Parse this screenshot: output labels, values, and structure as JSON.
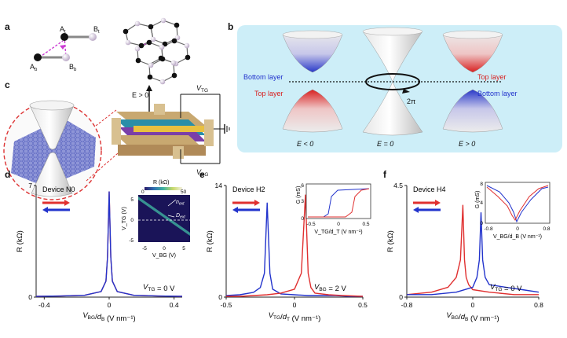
{
  "panel_labels": {
    "a": "a",
    "b": "b",
    "c": "c",
    "d": "d",
    "e": "e",
    "f": "f"
  },
  "atoms": {
    "a_top": "A",
    "a_top_sub": "t",
    "b_top": "B",
    "b_top_sub": "t",
    "a_bot": "A",
    "a_bot_sub": "b",
    "b_bot": "B",
    "b_bot_sub": "b"
  },
  "panel_b": {
    "bottom_layer_left": "Bottom layer",
    "top_layer_left": "Top layer",
    "top_layer_right": "Top layer",
    "bottom_layer_right": "Bottom layer",
    "winding": "2π",
    "e_lt": "E < 0",
    "e_eq": "E = 0",
    "e_gt": "E > 0",
    "colors": {
      "bg": "#cdeef8",
      "top": "#e03030",
      "bottom": "#2233cc"
    }
  },
  "panel_c": {
    "field": "E > 0",
    "vtg": "V",
    "vtg_sub": "TG",
    "vbg": "V",
    "vbg_sub": "BG"
  },
  "chart_data": [
    {
      "type": "line",
      "device": "Device N0",
      "xlabel": "V_BG/d_B (V nm⁻¹)",
      "ylabel": "R (kΩ)",
      "xlim": [
        -0.45,
        0.45
      ],
      "ylim": [
        0,
        7
      ],
      "xticks": [
        "-0.4",
        "0",
        "0.4"
      ],
      "yticks": [
        "0",
        "7"
      ],
      "annotation": "V_TG = 0 V",
      "series": [
        {
          "color": "#e03030",
          "x": [
            -0.45,
            -0.3,
            -0.15,
            -0.05,
            -0.02,
            -0.01,
            0,
            0.01,
            0.02,
            0.05,
            0.15,
            0.3,
            0.45
          ],
          "y": [
            0.05,
            0.07,
            0.12,
            0.35,
            1.0,
            2.5,
            6.6,
            2.5,
            1.0,
            0.35,
            0.12,
            0.07,
            0.05
          ]
        },
        {
          "color": "#2233cc",
          "x": [
            -0.45,
            -0.3,
            -0.15,
            -0.05,
            -0.02,
            -0.01,
            0,
            0.01,
            0.02,
            0.05,
            0.15,
            0.3,
            0.45
          ],
          "y": [
            0.05,
            0.07,
            0.12,
            0.35,
            1.0,
            2.5,
            6.6,
            2.5,
            1.0,
            0.35,
            0.12,
            0.07,
            0.05
          ]
        }
      ],
      "inset": {
        "title": "R (kΩ)",
        "cbar_min": "0",
        "cbar_max": "50",
        "xlabel": "V_BG (V)",
        "ylabel": "V_TG (V)",
        "xticks": [
          "-5",
          "0",
          "5"
        ],
        "yticks": [
          "5",
          "0",
          "-5"
        ],
        "n_label": "n",
        "n_sub": "ext",
        "d_label": "D",
        "d_sub": "ext"
      }
    },
    {
      "type": "line",
      "device": "Device H2",
      "xlabel": "V_TG/d_T (V nm⁻¹)",
      "ylabel": "R (kΩ)",
      "xlim": [
        -0.5,
        0.5
      ],
      "ylim": [
        0,
        14
      ],
      "xticks": [
        "-0.5",
        "0",
        "0.5"
      ],
      "yticks": [
        "0",
        "14"
      ],
      "annotation": "V_BG = 2 V",
      "series": [
        {
          "color": "#2233cc",
          "x": [
            -0.5,
            -0.4,
            -0.3,
            -0.25,
            -0.22,
            -0.2,
            -0.18,
            -0.16,
            -0.1,
            0,
            0.1,
            0.2,
            0.3,
            0.4,
            0.5
          ],
          "y": [
            0.2,
            0.3,
            0.6,
            1.2,
            3,
            11.8,
            3,
            1.0,
            0.4,
            0.3,
            0.2,
            0.2,
            0.2,
            0.1,
            0.1
          ]
        },
        {
          "color": "#e03030",
          "x": [
            -0.5,
            -0.4,
            -0.3,
            -0.2,
            -0.1,
            0,
            0.05,
            0.08,
            0.1,
            0.12,
            0.15,
            0.25,
            0.35,
            0.5
          ],
          "y": [
            0.1,
            0.1,
            0.2,
            0.3,
            0.5,
            1.0,
            3,
            12.8,
            3,
            1.2,
            0.5,
            0.3,
            0.2,
            0.1
          ]
        }
      ],
      "inset": {
        "ylabel": "G (mS)",
        "xlabel": "V_TG/d_T (V nm⁻¹)",
        "xticks": [
          "-0.5",
          "0",
          "0.5"
        ],
        "yticks": [
          "0",
          "3",
          "6"
        ]
      }
    },
    {
      "type": "line",
      "device": "Device H4",
      "xlabel": "V_BG/d_B (V nm⁻¹)",
      "ylabel": "R (kΩ)",
      "xlim": [
        -0.8,
        0.8
      ],
      "ylim": [
        0,
        4.5
      ],
      "xticks": [
        "-0.8",
        "0",
        "0.8"
      ],
      "yticks": [
        "0",
        "4.5"
      ],
      "annotation": "V_TG = 0 V",
      "series": [
        {
          "color": "#e03030",
          "x": [
            -0.8,
            -0.5,
            -0.3,
            -0.2,
            -0.15,
            -0.12,
            -0.1,
            -0.08,
            -0.05,
            0,
            0.2,
            0.5,
            0.8
          ],
          "y": [
            0.1,
            0.2,
            0.4,
            0.8,
            1.5,
            3.7,
            1.5,
            0.8,
            0.5,
            0.3,
            0.2,
            0.1,
            0.1
          ]
        },
        {
          "color": "#2233cc",
          "x": [
            -0.8,
            -0.5,
            -0.2,
            0,
            0.05,
            0.08,
            0.1,
            0.12,
            0.15,
            0.2,
            0.4,
            0.6,
            0.8
          ],
          "y": [
            0.1,
            0.1,
            0.2,
            0.4,
            0.8,
            1.5,
            3.4,
            1.5,
            0.8,
            0.5,
            0.4,
            0.3,
            0.2
          ]
        }
      ],
      "inset": {
        "ylabel": "G (mS)",
        "xlabel": "V_BG/d_B (V nm⁻¹)",
        "xticks": [
          "-0.8",
          "0",
          "0.8"
        ],
        "yticks": [
          "0",
          "4",
          "8"
        ]
      }
    }
  ]
}
